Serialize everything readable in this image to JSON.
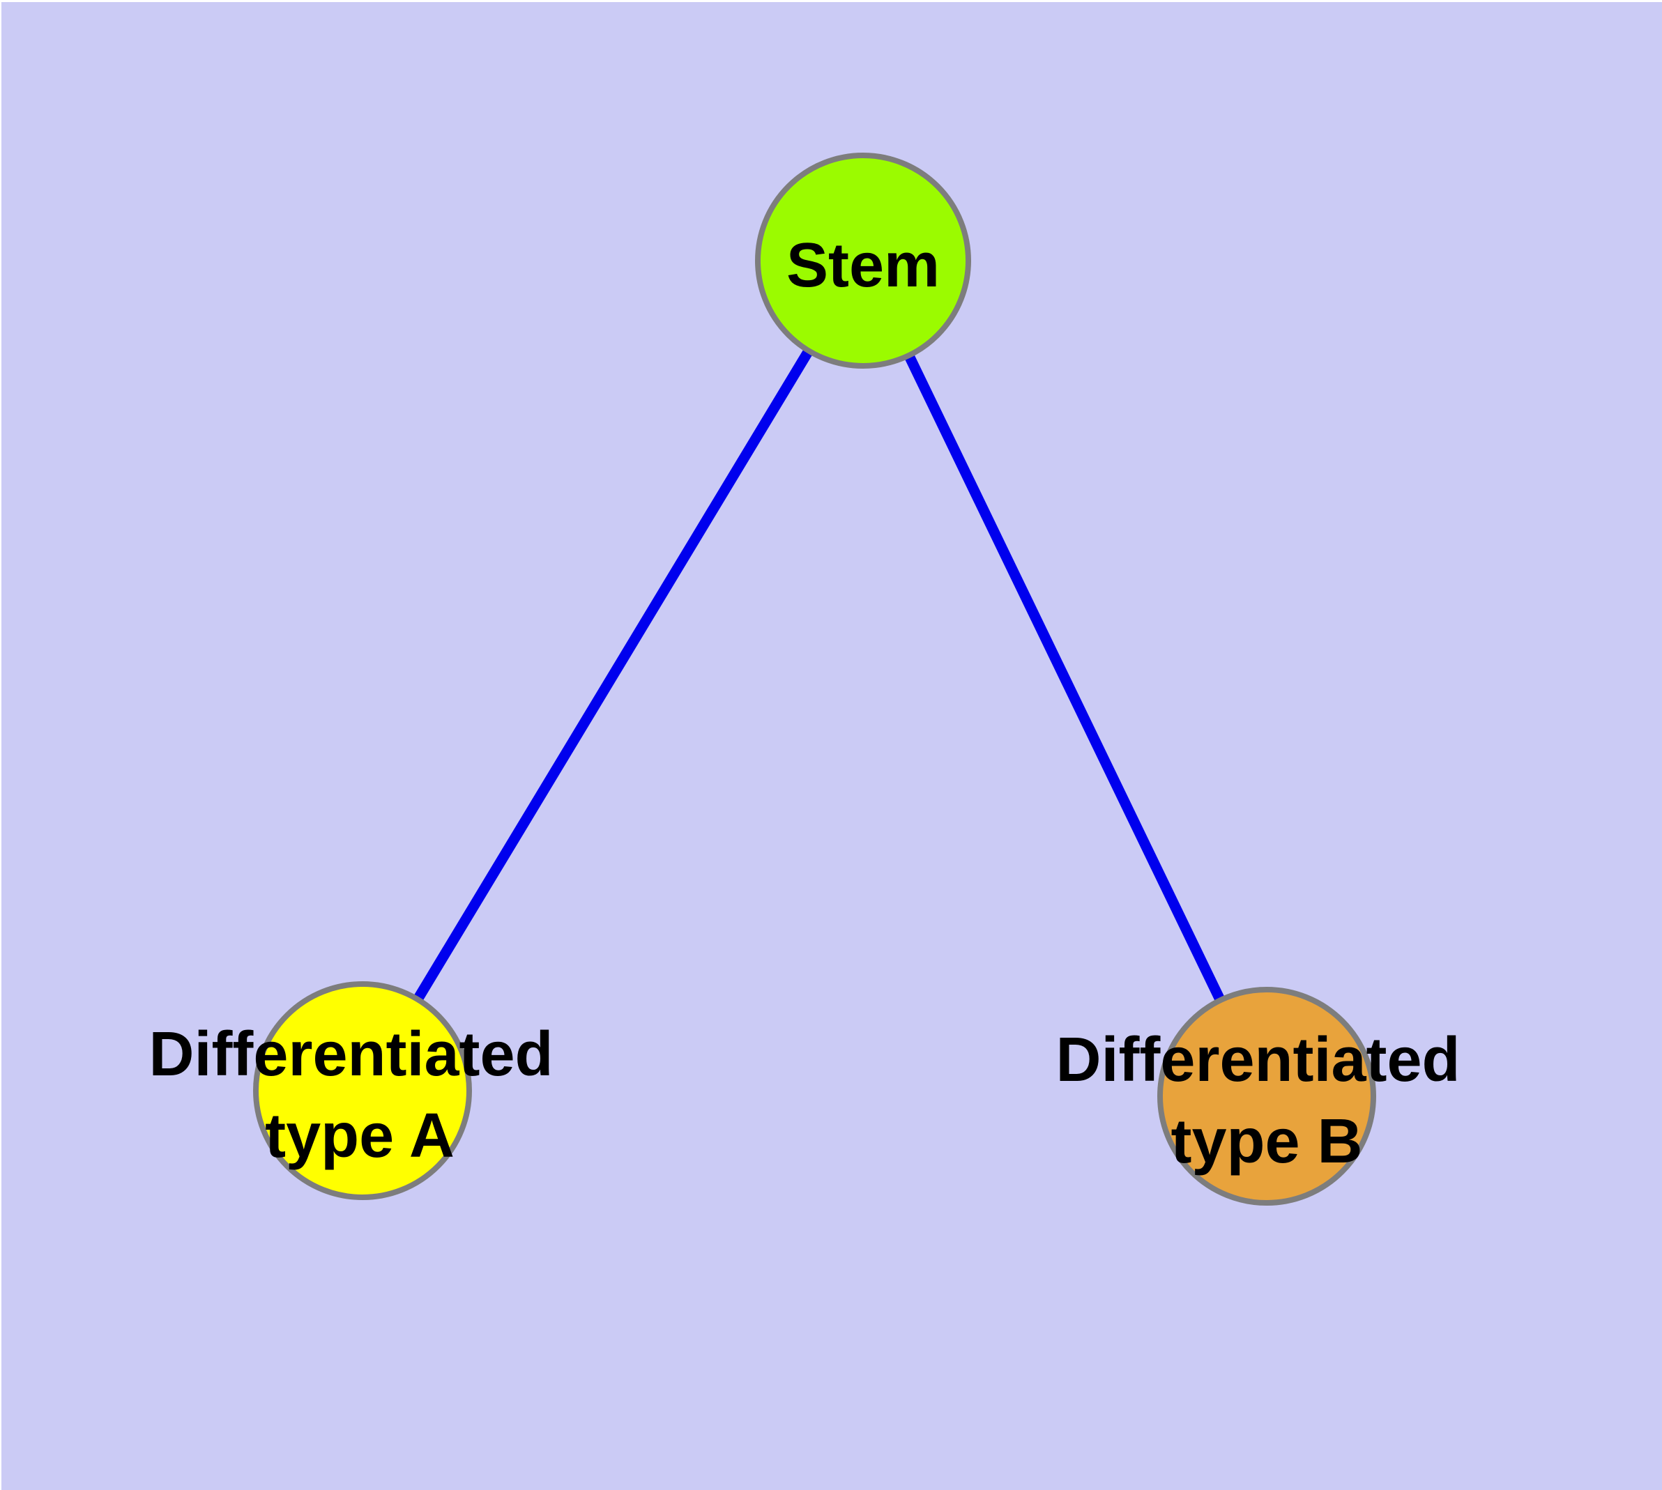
{
  "diagram": {
    "background_color": "#CBCBF5",
    "top_margin_color": "#FFFFFF",
    "edge_color": "#0000EE",
    "node_border_color": "#7D7D7D",
    "label_color": "#000000",
    "nodes": [
      {
        "id": "stem",
        "label": "Stem",
        "label_line1": "Stem",
        "label_line2": "",
        "color": "#9BFB00"
      },
      {
        "id": "type-a",
        "label": "Differentiated type A",
        "label_line1": "Differentiated",
        "label_line2": "type A",
        "color": "#FFFF00"
      },
      {
        "id": "type-b",
        "label": "Differentiated type B",
        "label_line1": "Differentiated",
        "label_line2": "type B",
        "color": "#E8A33C"
      }
    ],
    "edges": [
      {
        "from": "stem",
        "to": "type-a"
      },
      {
        "from": "stem",
        "to": "type-b"
      }
    ]
  }
}
